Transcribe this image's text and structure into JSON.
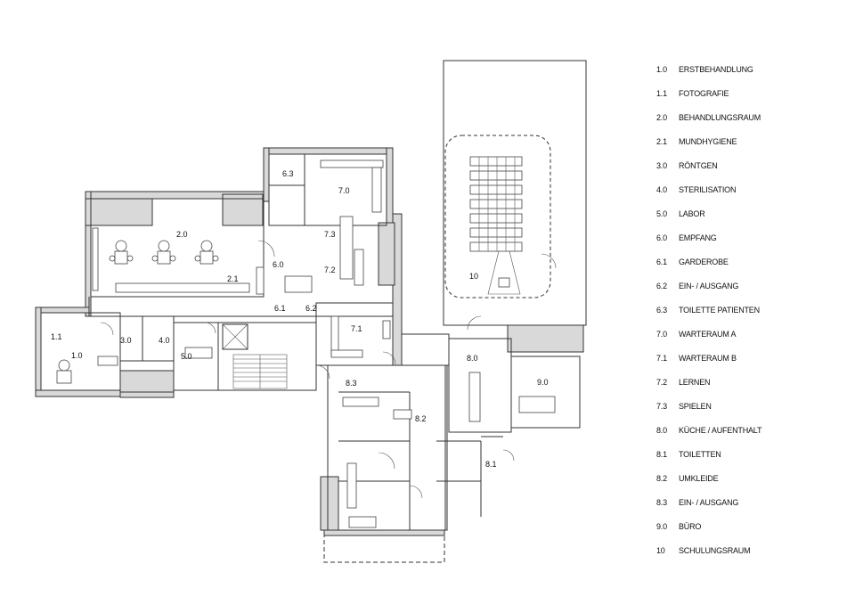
{
  "legend": [
    {
      "num": "1.0",
      "name": "ERSTBEHANDLUNG"
    },
    {
      "num": "1.1",
      "name": "FOTOGRAFIE"
    },
    {
      "num": "2.0",
      "name": "BEHANDLUNGSRAUM"
    },
    {
      "num": "2.1",
      "name": "MUNDHYGIENE"
    },
    {
      "num": "3.0",
      "name": "RÖNTGEN"
    },
    {
      "num": "4.0",
      "name": "STERILISATION"
    },
    {
      "num": "5.0",
      "name": "LABOR"
    },
    {
      "num": "6.0",
      "name": "EMPFANG"
    },
    {
      "num": "6.1",
      "name": "GARDEROBE"
    },
    {
      "num": "6.2",
      "name": "EIN- / AUSGANG"
    },
    {
      "num": "6.3",
      "name": "TOILETTE PATIENTEN"
    },
    {
      "num": "7.0",
      "name": "WARTERAUM  A"
    },
    {
      "num": "7.1",
      "name": "WARTERAUM  B"
    },
    {
      "num": "7.2",
      "name": "LERNEN"
    },
    {
      "num": "7.3",
      "name": "SPIELEN"
    },
    {
      "num": "8.0",
      "name": "KÜCHE / AUFENTHALT"
    },
    {
      "num": "8.1",
      "name": "TOILETTEN"
    },
    {
      "num": "8.2",
      "name": "UMKLEIDE"
    },
    {
      "num": "8.3",
      "name": "EIN- / AUSGANG"
    },
    {
      "num": "9.0",
      "name": "BÜRO"
    },
    {
      "num": "10",
      "name": "SCHULUNGSRAUM"
    }
  ],
  "rooms": {
    "r1_0": "1.0",
    "r1_1": "1.1",
    "r2_0": "2.0",
    "r2_1": "2.1",
    "r3_0": "3.0",
    "r4_0": "4.0",
    "r5_0": "5.0",
    "r6_0": "6.0",
    "r6_1": "6.1",
    "r6_2": "6.2",
    "r6_3": "6.3",
    "r7_0": "7.0",
    "r7_1": "7.1",
    "r7_2": "7.2",
    "r7_3": "7.3",
    "r8_0": "8.0",
    "r8_1": "8.1",
    "r8_2": "8.2",
    "r8_3": "8.3",
    "r9_0": "9.0",
    "r10": "10"
  }
}
